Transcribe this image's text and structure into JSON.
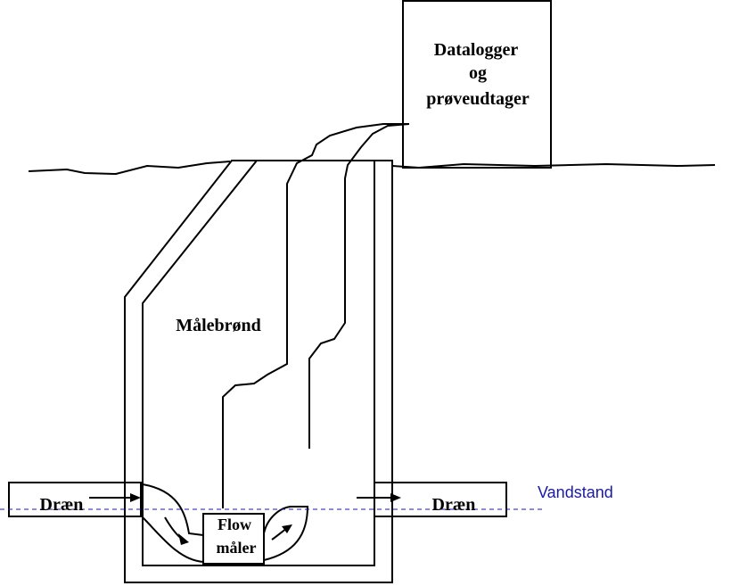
{
  "labels": {
    "datalogger_line1": "Datalogger",
    "datalogger_line2": "og",
    "datalogger_line3": "prøveudtager",
    "well": "Målebrønd",
    "drain_left": "Dræn",
    "drain_right": "Dræn",
    "water_level": "Vandstand",
    "flow_line1": "Flow",
    "flow_line2": "måler"
  },
  "colors": {
    "line": "#000000",
    "water_level": "#1a1aa6"
  }
}
